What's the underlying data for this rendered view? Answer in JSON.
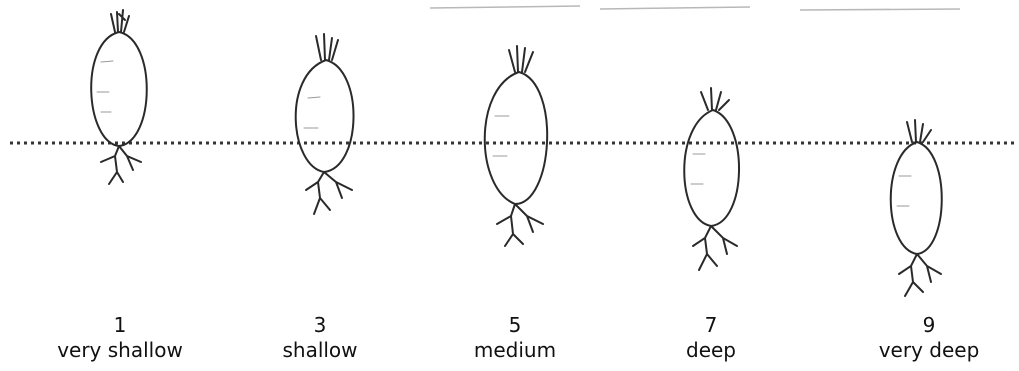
{
  "figure": {
    "levels": [
      {
        "score": "1",
        "label": "very shallow"
      },
      {
        "score": "3",
        "label": "shallow"
      },
      {
        "score": "5",
        "label": "medium"
      },
      {
        "score": "7",
        "label": "deep"
      },
      {
        "score": "9",
        "label": "very deep"
      }
    ],
    "colors": {
      "ink": "#2a2a2a",
      "background": "#ffffff"
    },
    "icons": [
      "bulb-icon",
      "leaf-stub-icon",
      "root-icon",
      "soil-surface-line"
    ]
  }
}
